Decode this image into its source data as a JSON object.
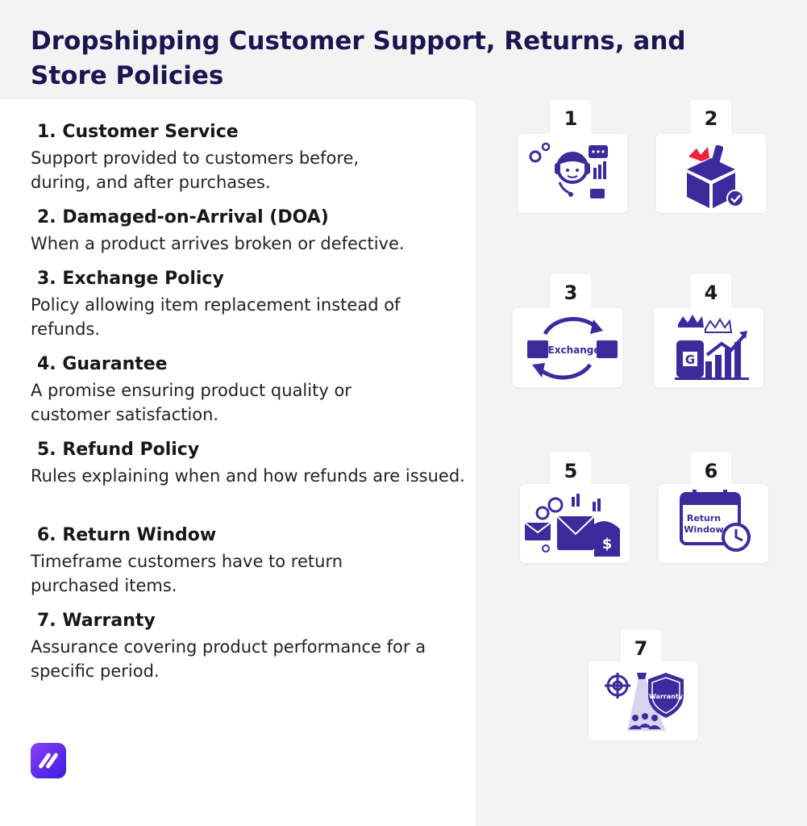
{
  "title": "Dropshipping Customer Support, Returns, and Store Policies",
  "terms": [
    {
      "name": "1. Customer Service",
      "definition": "Support provided to customers before, during, and after purchases."
    },
    {
      "name": "2. Damaged-on-Arrival (DOA)",
      "definition": "When a product arrives broken or defective."
    },
    {
      "name": "3. Exchange Policy",
      "definition": "Policy allowing item replacement instead of refunds."
    },
    {
      "name": "4. Guarantee",
      "definition": "A promise ensuring product quality or customer satisfaction."
    },
    {
      "name": "5. Refund Policy",
      "definition": "Rules explaining when and how refunds are issued."
    },
    {
      "name": "6. Return Window",
      "definition": "Timeframe customers have to return purchased items."
    },
    {
      "name": "7. Warranty",
      "definition": "Assurance covering product performance for a specific period."
    }
  ],
  "cards": [
    {
      "number": "1",
      "icon": "customer-service-headset-icon"
    },
    {
      "number": "2",
      "icon": "damaged-box-icon"
    },
    {
      "number": "3",
      "icon": "exchange-icon",
      "label": "Exchange"
    },
    {
      "number": "4",
      "icon": "guarantee-crown-chart-icon",
      "label": "G"
    },
    {
      "number": "5",
      "icon": "refund-envelope-money-icon"
    },
    {
      "number": "6",
      "icon": "return-window-calendar-icon",
      "label_line1": "Return",
      "label_line2": "Window"
    },
    {
      "number": "7",
      "icon": "warranty-shield-icon",
      "label": "Warranty"
    }
  ],
  "colors": {
    "accent": "#3d2a9c",
    "title": "#1a1650",
    "background": "#f3f3f4"
  },
  "logo": "brand-logo-icon"
}
